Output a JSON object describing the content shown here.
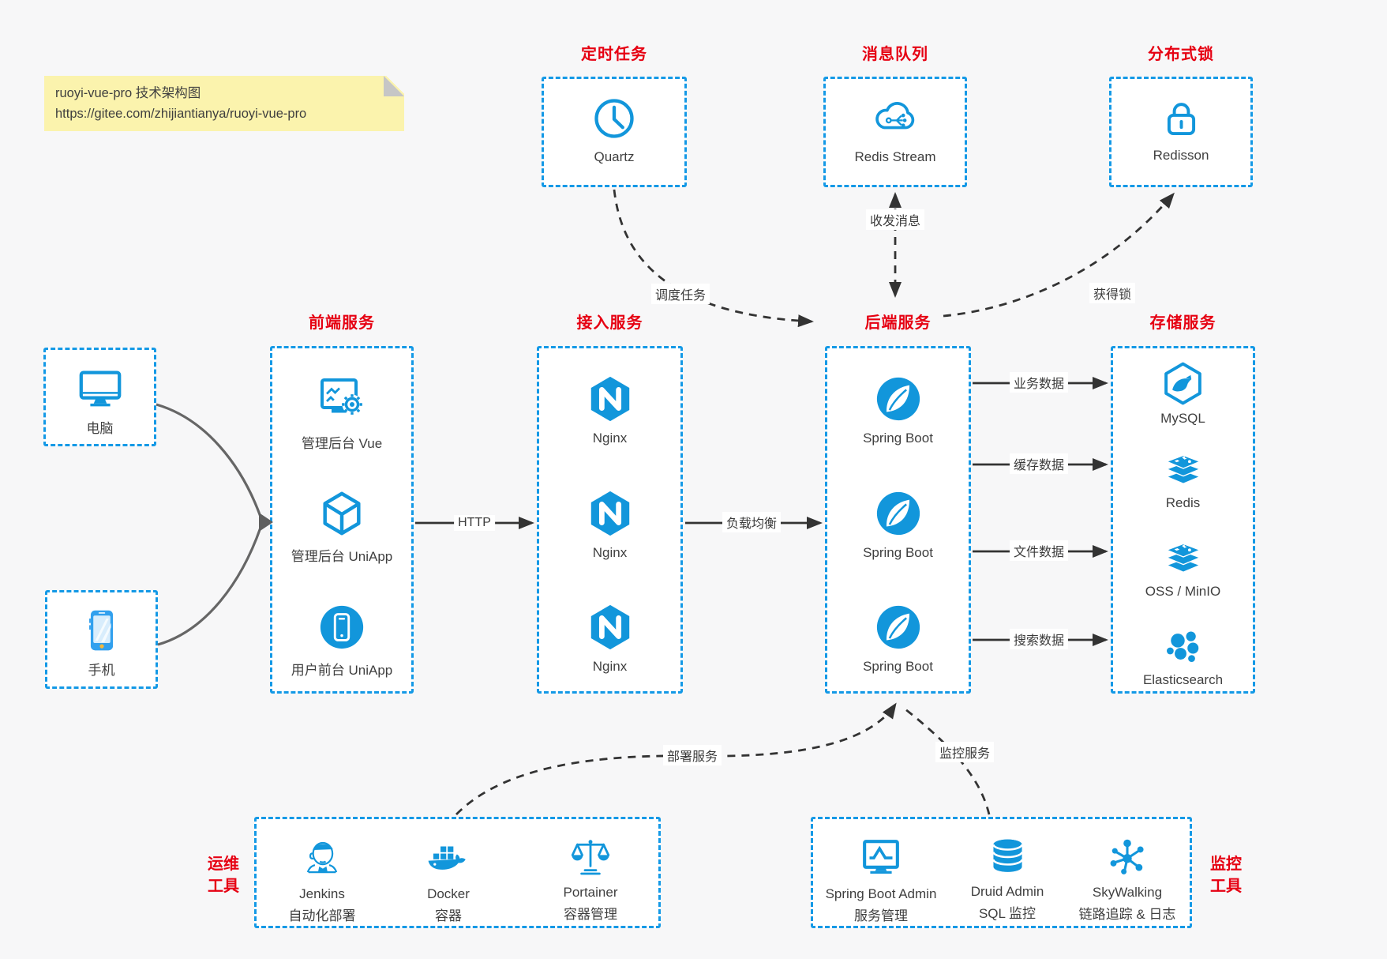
{
  "note": {
    "line1": "ruoyi-vue-pro 技术架构图",
    "line2": "https://gitee.com/zhijiantianya/ruoyi-vue-pro"
  },
  "colors": {
    "accent_blue": "#1296db",
    "title_red": "#e60012",
    "note_yellow": "#fbf3ad",
    "arrow_dark": "#333333",
    "client_arrow_gray": "#666666",
    "background": "#f7f7f8"
  },
  "top_groups": [
    {
      "title": "定时任务",
      "icon": "clock-icon",
      "label": "Quartz"
    },
    {
      "title": "消息队列",
      "icon": "cloud-network-icon",
      "label": "Redis Stream"
    },
    {
      "title": "分布式锁",
      "icon": "lock-icon",
      "label": "Redisson"
    }
  ],
  "clients": [
    {
      "icon": "desktop-icon",
      "label": "电脑"
    },
    {
      "icon": "smartphone-icon",
      "label": "手机"
    }
  ],
  "columns": [
    {
      "title": "前端服务",
      "items": [
        {
          "icon": "admin-vue-icon",
          "label": "管理后台 Vue"
        },
        {
          "icon": "uniapp-cube-icon",
          "label": "管理后台 UniApp"
        },
        {
          "icon": "user-app-icon",
          "label": "用户前台 UniApp"
        }
      ]
    },
    {
      "title": "接入服务",
      "items": [
        {
          "icon": "nginx-icon",
          "label": "Nginx"
        },
        {
          "icon": "nginx-icon",
          "label": "Nginx"
        },
        {
          "icon": "nginx-icon",
          "label": "Nginx"
        }
      ]
    },
    {
      "title": "后端服务",
      "items": [
        {
          "icon": "spring-icon",
          "label": "Spring Boot"
        },
        {
          "icon": "spring-icon",
          "label": "Spring Boot"
        },
        {
          "icon": "spring-icon",
          "label": "Spring Boot"
        }
      ]
    },
    {
      "title": "存储服务",
      "items": [
        {
          "icon": "mysql-icon",
          "label": "MySQL"
        },
        {
          "icon": "redis-stack-icon",
          "label": "Redis"
        },
        {
          "icon": "redis-stack-icon",
          "label": "OSS / MinIO"
        },
        {
          "icon": "elasticsearch-icon",
          "label": "Elasticsearch"
        }
      ]
    }
  ],
  "bottom_groups": [
    {
      "side_label_line1": "运维",
      "side_label_line2": "工具",
      "items": [
        {
          "icon": "jenkins-icon",
          "name": "Jenkins",
          "desc": "自动化部署"
        },
        {
          "icon": "docker-icon",
          "name": "Docker",
          "desc": "容器"
        },
        {
          "icon": "portainer-icon",
          "name": "Portainer",
          "desc": "容器管理"
        }
      ]
    },
    {
      "side_label_line1": "监控",
      "side_label_line2": "工具",
      "items": [
        {
          "icon": "spring-boot-admin-icon",
          "name": "Spring Boot Admin",
          "desc": "服务管理"
        },
        {
          "icon": "druid-icon",
          "name": "Druid Admin",
          "desc": "SQL 监控"
        },
        {
          "icon": "skywalking-icon",
          "name": "SkyWalking",
          "desc": "链路追踪 & 日志"
        }
      ]
    }
  ],
  "edge_labels": {
    "http": "HTTP",
    "load_balance": "负载均衡",
    "schedule": "调度任务",
    "message": "收发消息",
    "acquire_lock": "获得锁",
    "business_data": "业务数据",
    "cache_data": "缓存数据",
    "file_data": "文件数据",
    "search_data": "搜索数据",
    "deploy": "部署服务",
    "monitor": "监控服务"
  }
}
